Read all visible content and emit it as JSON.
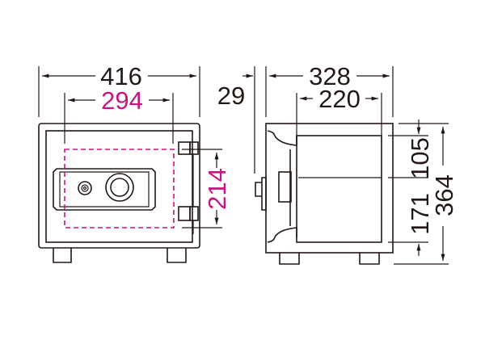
{
  "front_view": {
    "width": "416",
    "interior_width": "294",
    "interior_height": "214"
  },
  "side_view": {
    "handle_depth": "29",
    "depth": "328",
    "interior_depth": "220",
    "shelf_top": "105",
    "shelf_bottom": "171",
    "height": "364"
  },
  "colors": {
    "line": "#231815",
    "interior": "#c8157f"
  }
}
